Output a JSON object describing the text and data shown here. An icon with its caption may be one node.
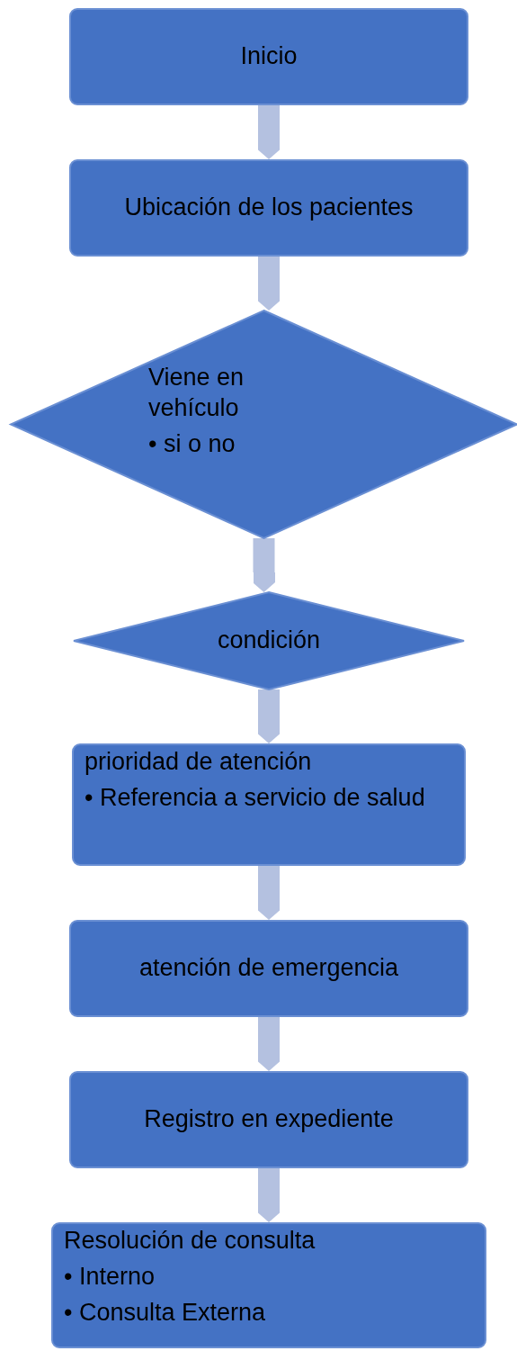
{
  "diagram": {
    "nodes": [
      {
        "text": [
          "Inicio"
        ]
      },
      {
        "text": [
          "Ubicación de los pacientes"
        ]
      },
      {
        "text": [
          "Viene en vehículo",
          "• si o no"
        ]
      },
      {
        "text": [
          "condición"
        ]
      },
      {
        "text": [
          "prioridad de atención",
          "• Referencia a servicio de salud"
        ]
      },
      {
        "text": [
          "atención de emergencia"
        ]
      },
      {
        "text": [
          "Registro en expediente"
        ]
      },
      {
        "text": [
          "Resolución de consulta",
          "• Interno",
          "• Consulta Externa"
        ]
      }
    ],
    "edges": [
      {
        "from": 0,
        "to": 1,
        "arrow": "to"
      },
      {
        "from": 1,
        "to": 2,
        "arrow": "to"
      },
      {
        "from": 2,
        "to": 3,
        "arrow": "to"
      },
      {
        "from": 3,
        "to": 4,
        "arrow": "to"
      },
      {
        "from": 4,
        "to": 5,
        "arrow": "to"
      },
      {
        "from": 5,
        "to": 6,
        "arrow": "to"
      },
      {
        "from": 6,
        "to": 7,
        "arrow": "to"
      }
    ]
  }
}
